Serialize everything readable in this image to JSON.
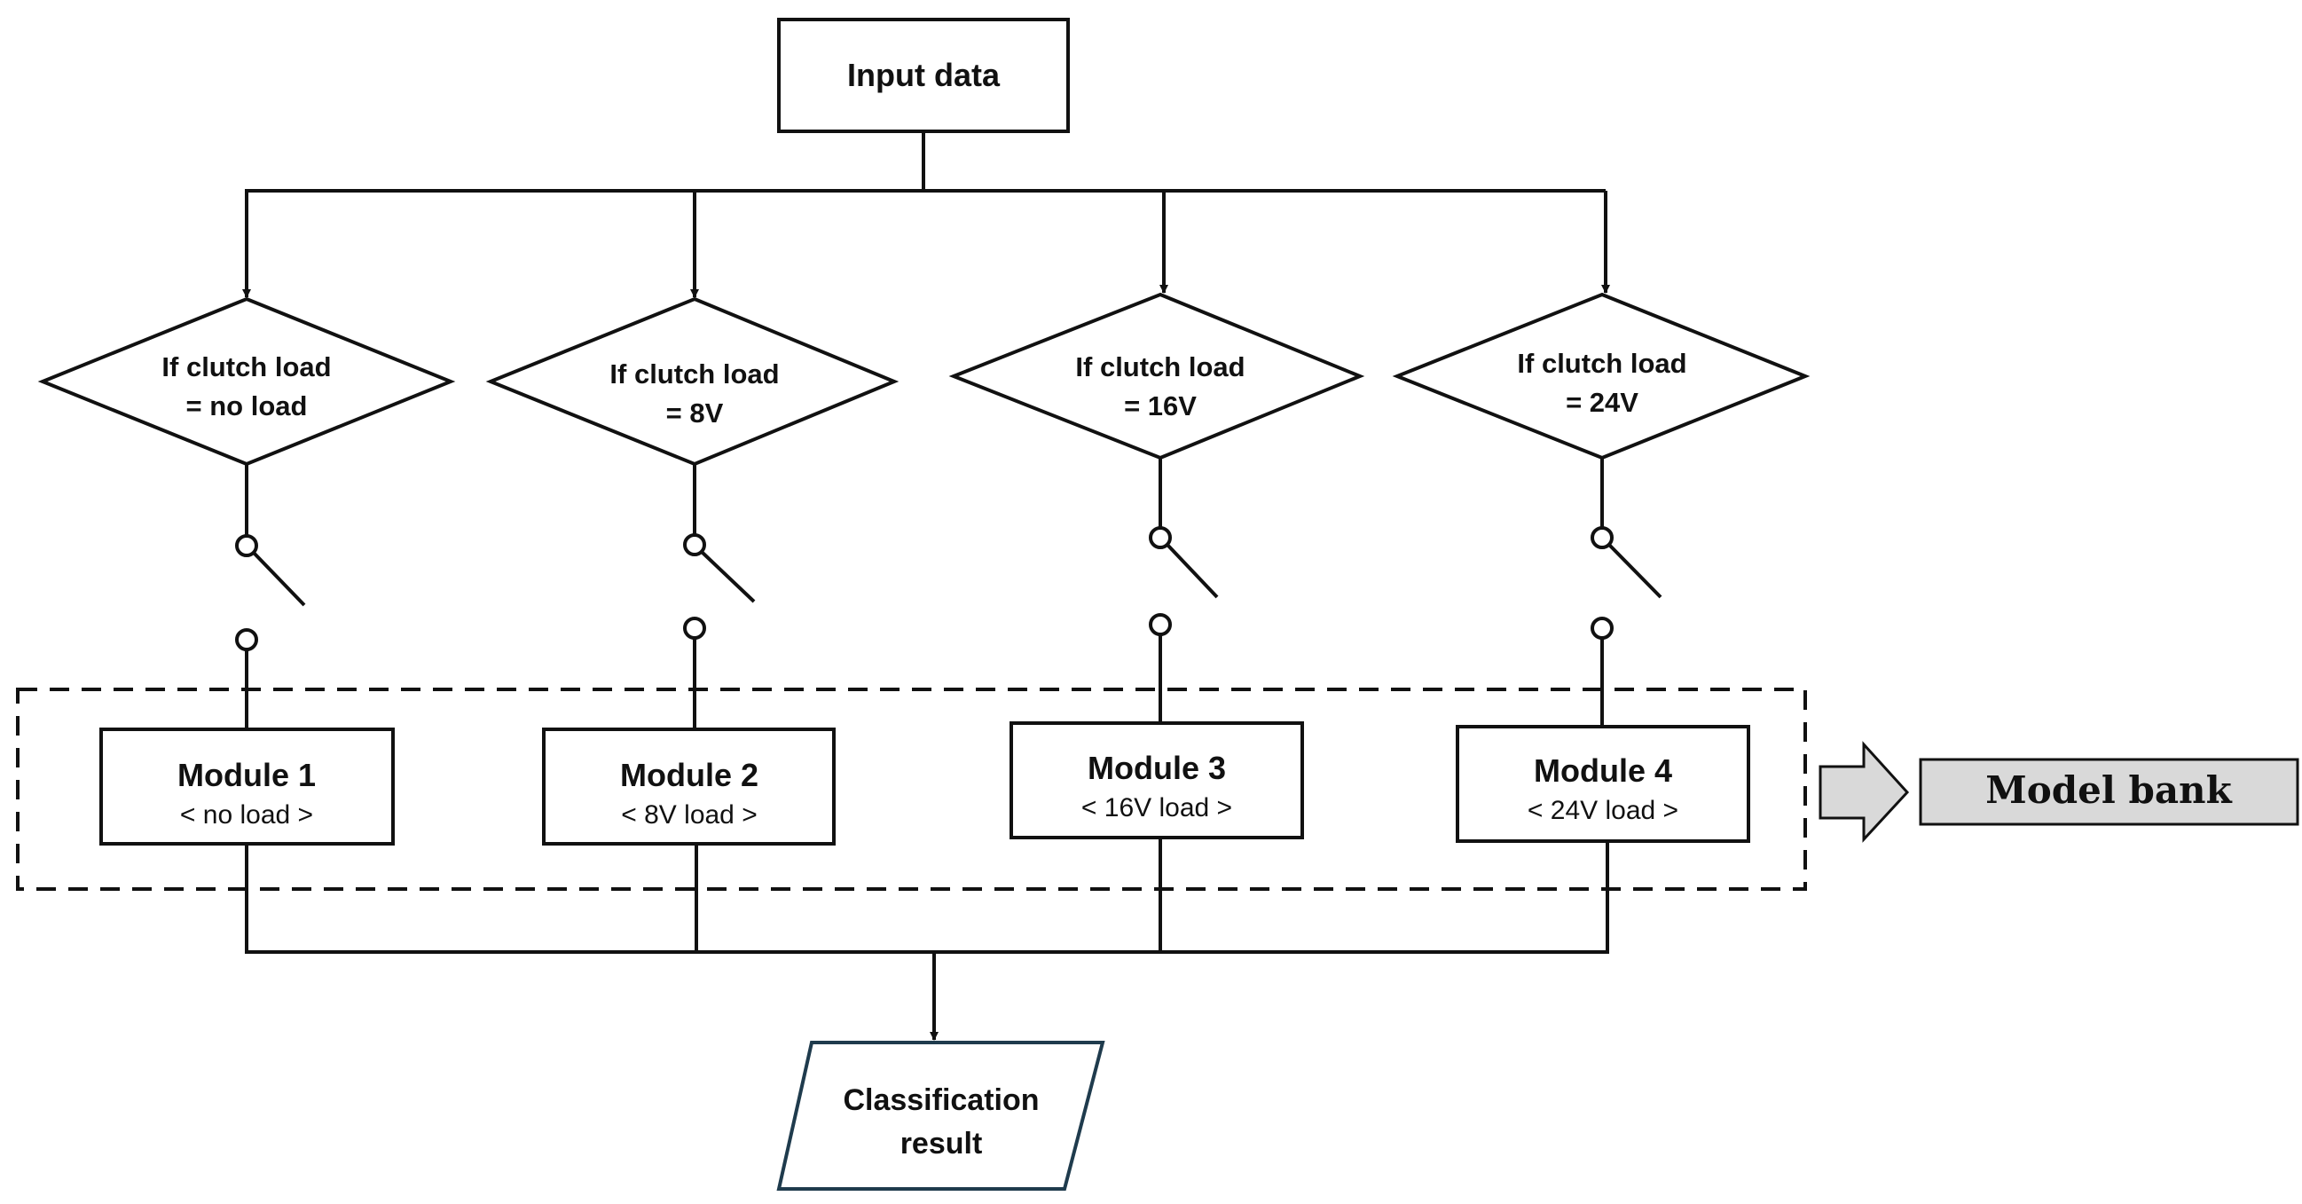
{
  "input": {
    "label": "Input data"
  },
  "conditions": [
    {
      "line1": "If clutch load",
      "line2": "= no load"
    },
    {
      "line1": "If clutch load",
      "line2": "= 8V"
    },
    {
      "line1": "If clutch load",
      "line2": "= 16V"
    },
    {
      "line1": "If clutch load",
      "line2": "= 24V"
    }
  ],
  "modules": [
    {
      "title": "Module 1",
      "sub": "< no load >"
    },
    {
      "title": "Module 2",
      "sub": "< 8V load >"
    },
    {
      "title": "Module 3",
      "sub": "< 16V load >"
    },
    {
      "title": "Module 4",
      "sub": "< 24V load >"
    }
  ],
  "model_bank": {
    "label": "Model bank"
  },
  "output": {
    "line1": "Classification",
    "line2": "result"
  },
  "colors": {
    "stroke": "#111111",
    "output_border": "#1f3b4d",
    "bank_fill": "#d9d9d9",
    "arrow_fill": "#d9d9d9"
  }
}
